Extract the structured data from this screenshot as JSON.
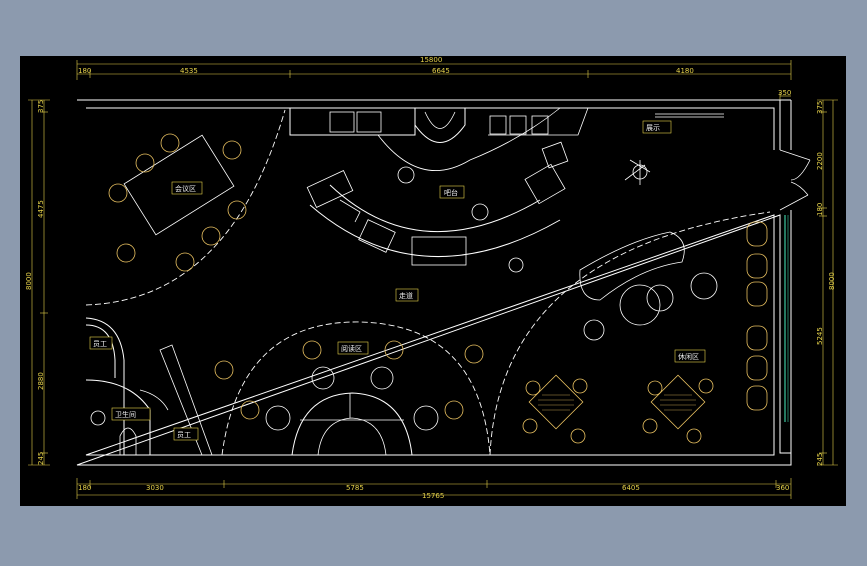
{
  "drawing": {
    "background": "#8c9aae",
    "canvas": "#000000",
    "dim_color": "#e6d24a",
    "wall_color": "#ffffff",
    "chair_color": "#e8c060"
  },
  "dimensions": {
    "top_total": "15800",
    "top_segments": [
      "180",
      "4535",
      "6645",
      "4180"
    ],
    "top_right_small": "350",
    "bottom_total": "15765",
    "bottom_segments": [
      "180",
      "3030",
      "5785",
      "6405",
      "360"
    ],
    "left_total": "8000",
    "left_segments": [
      "375",
      "4475",
      "2880",
      "245"
    ],
    "right_total": "8000",
    "right_segments": [
      "375",
      "2200",
      "180",
      "5245",
      "245"
    ]
  },
  "labels": {
    "meeting": "会议区",
    "bar": "吧台",
    "aisle": "走道",
    "display": "展示",
    "staff1": "员工",
    "staff2": "员工",
    "restroom": "卫生间",
    "reading": "阅读区",
    "lounge": "休闲区"
  }
}
